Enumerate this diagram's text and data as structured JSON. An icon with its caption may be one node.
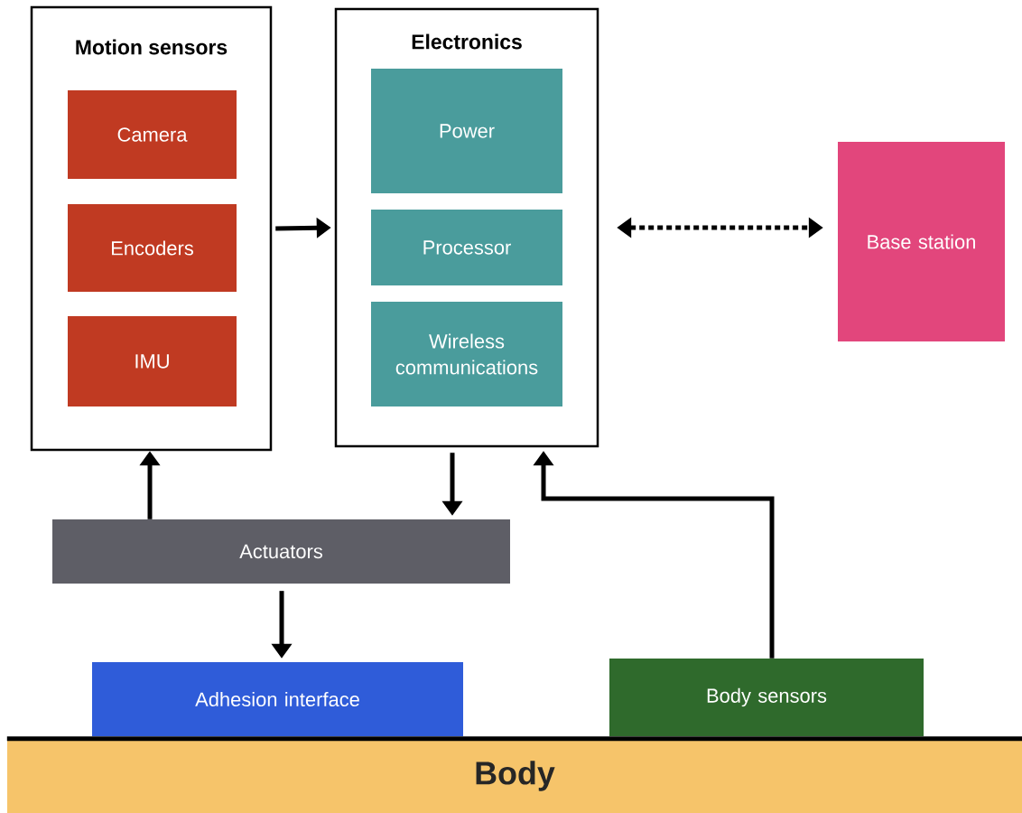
{
  "diagram": {
    "nodes": [
      {
        "text": [
          "Motion sensors"
        ]
      },
      {
        "text": [
          "Camera"
        ],
        "in": 0
      },
      {
        "text": [
          "Encoders"
        ],
        "in": 0
      },
      {
        "text": [
          "IMU"
        ],
        "in": 0
      },
      {
        "text": [
          "Electronics"
        ]
      },
      {
        "text": [
          "Power"
        ],
        "in": 4
      },
      {
        "text": [
          "Processor"
        ],
        "in": 4
      },
      {
        "text": [
          "Wireless communications"
        ],
        "in": 4
      },
      {
        "text": [
          "Base station"
        ]
      },
      {
        "text": [
          "Actuators"
        ]
      },
      {
        "text": [
          "Adhesion interface"
        ]
      },
      {
        "text": [
          "Body sensors"
        ]
      },
      {
        "text": [
          "Body"
        ]
      }
    ],
    "edges": [
      {
        "from": 0,
        "to": 4,
        "arrow": "to"
      },
      {
        "from": 4,
        "to": 8,
        "arrow": "both",
        "style": "dashed"
      },
      {
        "from": 9,
        "to": 0,
        "arrow": "to"
      },
      {
        "from": 4,
        "to": 9,
        "arrow": "to"
      },
      {
        "from": 9,
        "to": 10,
        "arrow": "to"
      },
      {
        "from": 11,
        "to": 4,
        "arrow": "to"
      }
    ]
  }
}
